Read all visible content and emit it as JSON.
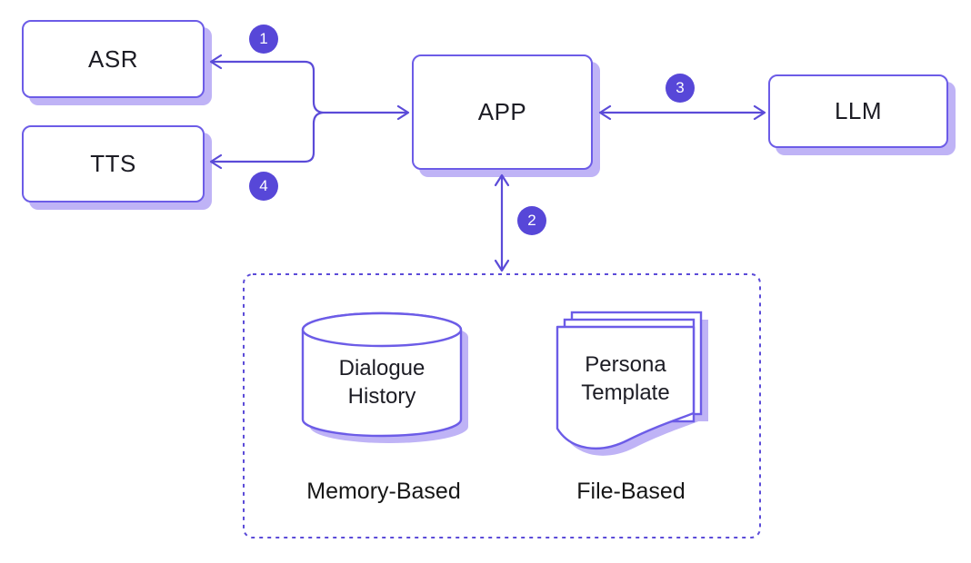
{
  "diagram": {
    "title": "voice-assistant-architecture",
    "nodes": {
      "asr": {
        "label": "ASR"
      },
      "tts": {
        "label": "TTS"
      },
      "app": {
        "label": "APP"
      },
      "llm": {
        "label": "LLM"
      }
    },
    "flow_badges": {
      "step1": "1",
      "step2": "2",
      "step3": "3",
      "step4": "4"
    },
    "storage_group": {
      "memory": {
        "icon": "database-icon",
        "item_label": "Dialogue History",
        "type_label": "Memory-Based"
      },
      "file": {
        "icon": "document-stack-icon",
        "item_label": "Persona Template",
        "type_label": "File-Based"
      }
    },
    "colors": {
      "node_border": "#6C5CE7",
      "connector": "#5B4BD8",
      "badge_fill": "#5747D8",
      "badge_text": "#FFFFFF",
      "shadow": "#BFB3F6",
      "text": "#1C1C24",
      "background": "#FFFFFF"
    }
  }
}
